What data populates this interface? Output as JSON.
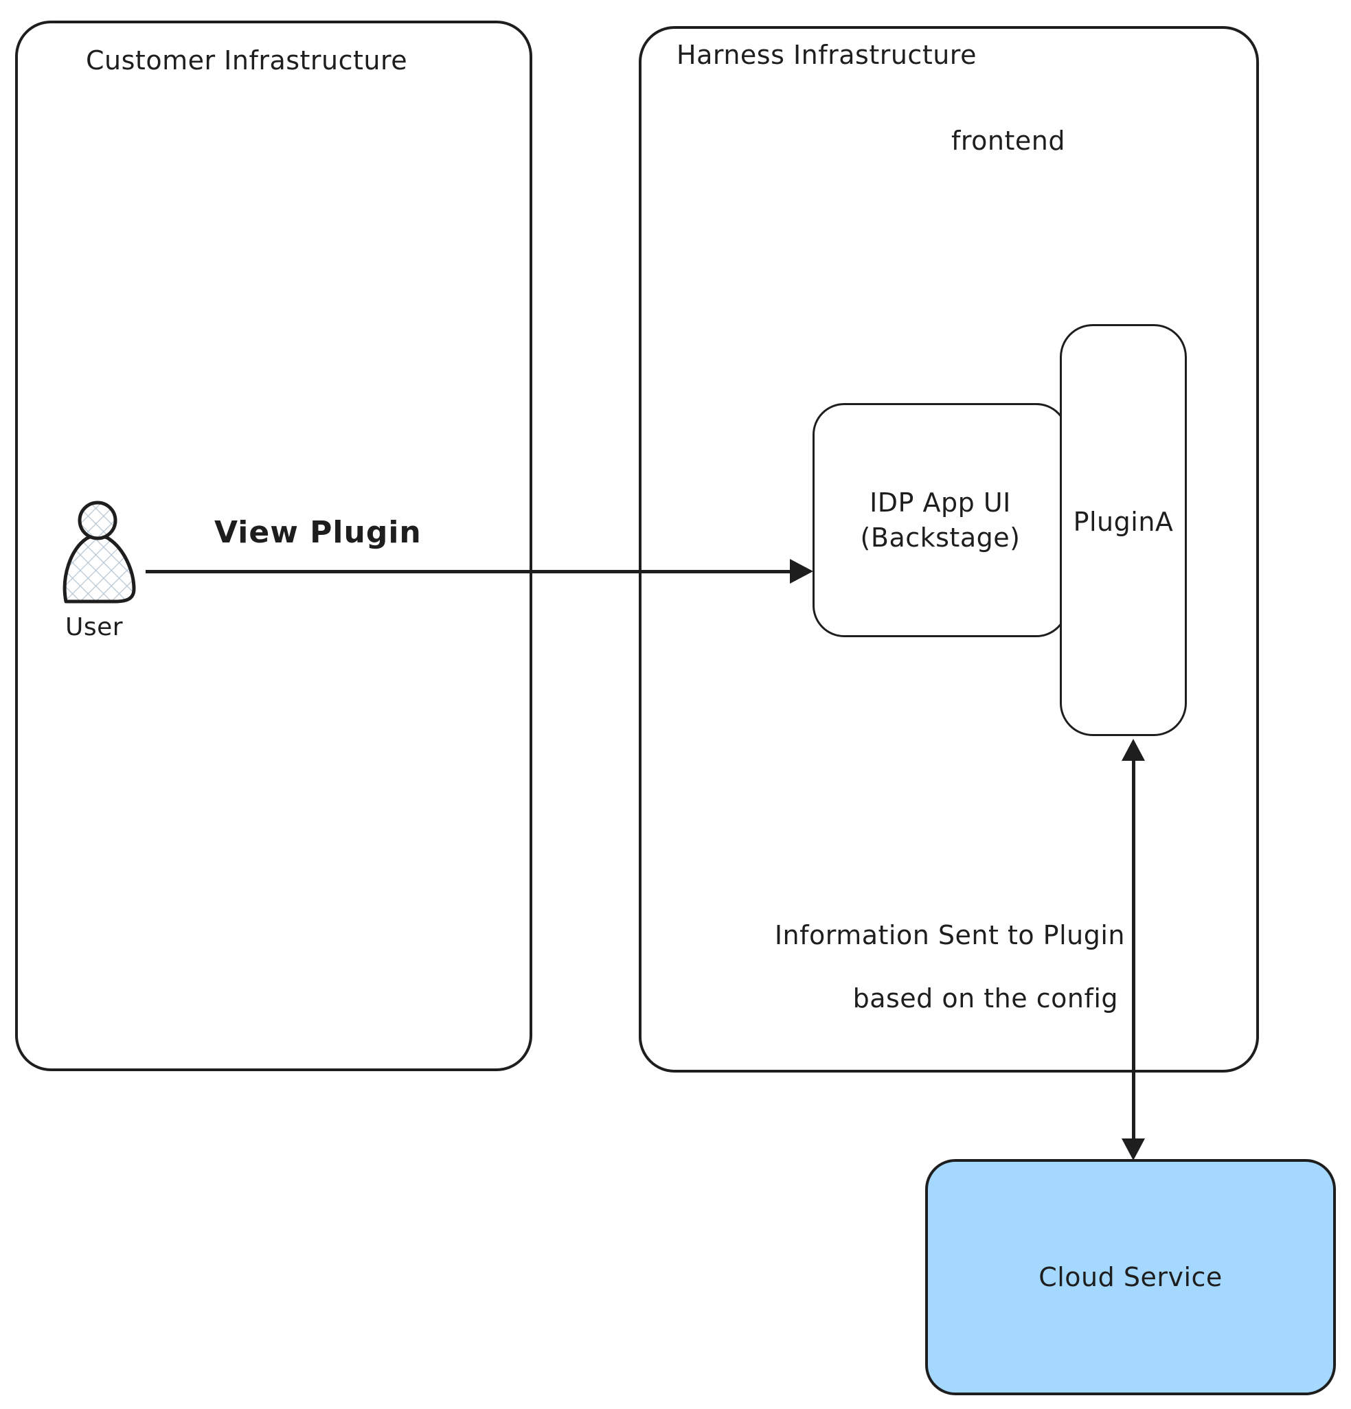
{
  "colors": {
    "stroke": "#1e1e1e",
    "cloud_fill": "#a5d8ff",
    "hatch": "#b8c7d4",
    "background": "#ffffff"
  },
  "customer_box": {
    "title": "Customer Infrastructure"
  },
  "harness_box": {
    "title": "Harness Infrastructure",
    "region_label": "frontend"
  },
  "user": {
    "label": "User"
  },
  "view_plugin_arrow": {
    "label": "View Plugin"
  },
  "idp_box": {
    "line1": "IDP App UI",
    "line2": "(Backstage)"
  },
  "plugin_box": {
    "label": "PluginA"
  },
  "info_arrow": {
    "line1": "Information Sent to Plugin",
    "line2": "based on the config"
  },
  "cloud_box": {
    "label": "Cloud Service"
  }
}
